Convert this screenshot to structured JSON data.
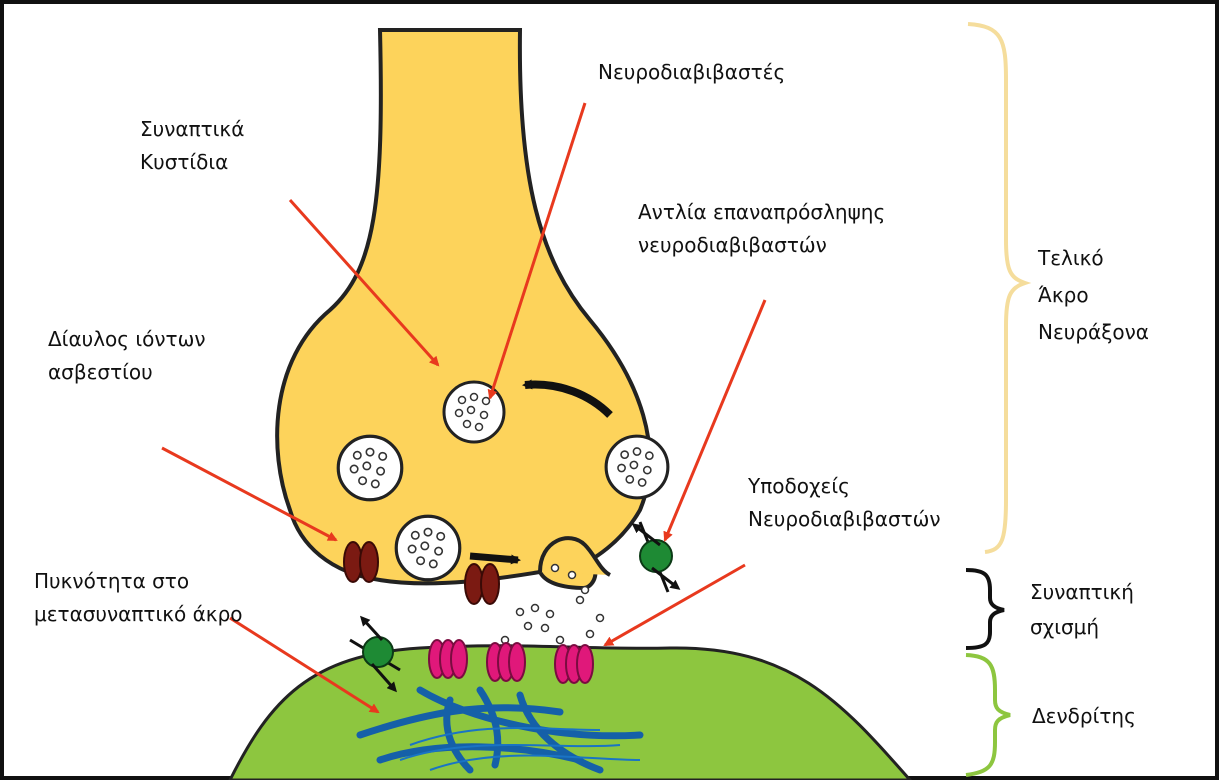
{
  "labels": {
    "neurotransmitters": "Νευροδιαβιβαστές",
    "synaptic_vesicles": [
      "Συναπτικά",
      "Κυστίδια"
    ],
    "reuptake_pump": [
      "Αντλία επαναπρόσληψης",
      "νευροδιαβιβαστών"
    ],
    "calcium_channel": [
      "Δίαυλος ιόντων",
      "ασβεστίου"
    ],
    "receptors": [
      "Υποδοχείς",
      "Νευροδιαβιβαστών"
    ],
    "postsynaptic_density": [
      "Πυκνότητα στο",
      "μετασυναπτικό άκρο"
    ],
    "axon_terminal": [
      "Τελικό",
      "Άκρο",
      "Νευράξονα"
    ],
    "synaptic_cleft": [
      "Συναπτική",
      "σχισμή"
    ],
    "dendrite": "Δενδρίτης"
  },
  "colors": {
    "terminal_fill": "#FDD35B",
    "dendrite_fill": "#8DC63F",
    "arrow": "#E8391E",
    "calcium_channel": "#7B1A12",
    "receptor": "#E0187A",
    "pump": "#1E8A34",
    "cytoskeleton": "#1560A8",
    "brace_terminal": "#F5DD9C",
    "brace_cleft": "#111111",
    "brace_dendrite": "#8DC63F"
  }
}
